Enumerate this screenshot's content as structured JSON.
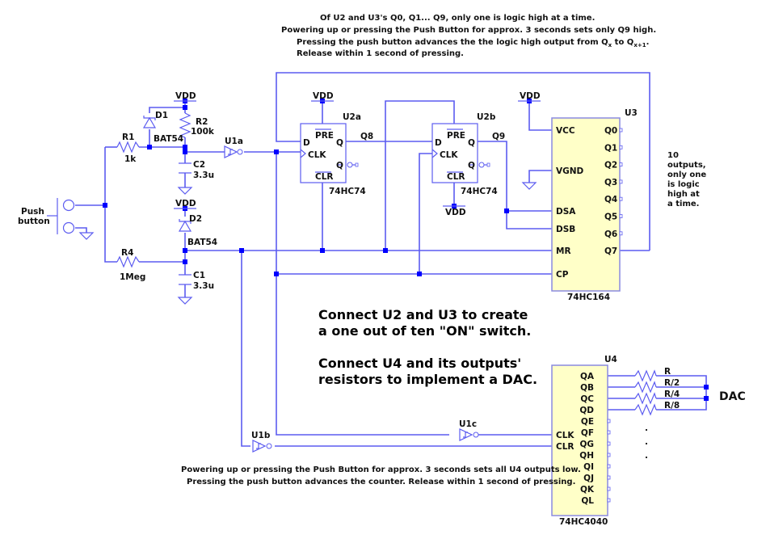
{
  "notes": {
    "top": [
      "Of U2 and U3's  Q0, Q1... Q9, only one is logic high at a time.",
      "Powering up or pressing the Push Button for approx. 3 seconds sets only Q9 high.",
      "Pressing the push button advances the the logic high output from Q",
      " to  Q",
      "Release within 1 second of pressing."
    ],
    "top_sub_x": "x",
    "top_sub_x1": "x+1",
    "u3_side": [
      "10",
      "outputs,",
      "only  one",
      "is logic",
      "high at",
      "a time."
    ],
    "task": [
      "Connect U2 and U3 to create",
      "a one out of ten \"ON\" switch.",
      "",
      "Connect U4 and its outputs'",
      "resistors to implement a DAC."
    ],
    "bottom": [
      "Powering up or pressing the Push Button for approx. 3 seconds sets all U4 outputs low.",
      "Pressing the push button advances the counter. Release within 1 second of pressing."
    ]
  },
  "components": {
    "push_button": {
      "label": [
        "Push",
        "button"
      ]
    },
    "r1": {
      "ref": "R1",
      "value": "1k"
    },
    "r2": {
      "ref": "R2",
      "value": "100k"
    },
    "r4": {
      "ref": "R4",
      "value": "1Meg"
    },
    "c1": {
      "ref": "C1",
      "value": "3.3u"
    },
    "c2": {
      "ref": "C2",
      "value": "3.3u"
    },
    "d1": {
      "ref": "D1",
      "value": "BAT54"
    },
    "d2": {
      "ref": "D2",
      "value": "BAT54"
    },
    "vdd": "VDD",
    "u1a": "U1a",
    "u1b": "U1b",
    "u1c": "U1c",
    "u2a": {
      "ref": "U2a",
      "part": "74HC74",
      "pins": {
        "pre": "PRE",
        "d": "D",
        "q": "Q",
        "clk": "CLK",
        "qn": "Q",
        "clr": "CLR"
      }
    },
    "u2b": {
      "ref": "U2b",
      "part": "74HC74",
      "pins": {
        "pre": "PRE",
        "d": "D",
        "q": "Q",
        "clk": "CLK",
        "qn": "Q",
        "clr": "CLR"
      }
    },
    "net_q8": "Q8",
    "net_q9": "Q9",
    "u3": {
      "ref": "U3",
      "part": "74HC164",
      "left_pins": [
        "VCC",
        "VGND",
        "DSA",
        "DSB",
        "MR",
        "CP"
      ],
      "right_pins": [
        "Q0",
        "Q1",
        "Q2",
        "Q3",
        "Q4",
        "Q5",
        "Q6",
        "Q7"
      ]
    },
    "u4": {
      "ref": "U4",
      "part": "74HC4040",
      "left_pins": [
        "CLK",
        "CLR"
      ],
      "right_pins": [
        "QA",
        "QB",
        "QC",
        "QD",
        "QE",
        "QF",
        "QG",
        "QH",
        "QI",
        "QJ",
        "QK",
        "QL"
      ]
    },
    "dac_resistors": [
      "R",
      "R/2",
      "R/4",
      "R/8"
    ],
    "dac_label": "DAC",
    "ellipsis": ".",
    "wire_color": "#5c5cf0",
    "junction_color": "#0000ff",
    "chip_fill": "#ffffc8"
  }
}
